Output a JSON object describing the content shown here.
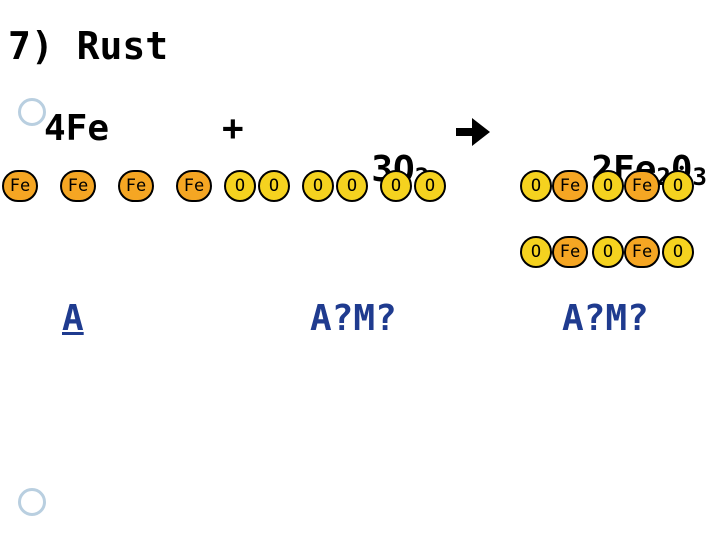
{
  "title": "7) Rust",
  "equation": {
    "reactant1": "4Fe",
    "plus": "+",
    "reactant2_coef_el": "3O",
    "reactant2_sub": "2",
    "product_a": "2Fe",
    "product_sub1": "2",
    "product_b": "0",
    "product_sub2": "3"
  },
  "reactant_atoms": [
    "Fe",
    "Fe",
    "Fe",
    "Fe",
    "O",
    "O",
    "O",
    "O",
    "O",
    "O"
  ],
  "product_row1": [
    "O",
    "Fe",
    "O",
    "Fe",
    "O"
  ],
  "product_row2": [
    "O",
    "Fe",
    "O",
    "Fe",
    "O"
  ],
  "answers": {
    "left": "A",
    "middle": "A?M?",
    "right": "A?M?"
  },
  "colors": {
    "iron": "#f5a623",
    "oxygen": "#f5d21f",
    "answer_text": "#1f3b8f",
    "bullet": "#b9cfe0"
  }
}
